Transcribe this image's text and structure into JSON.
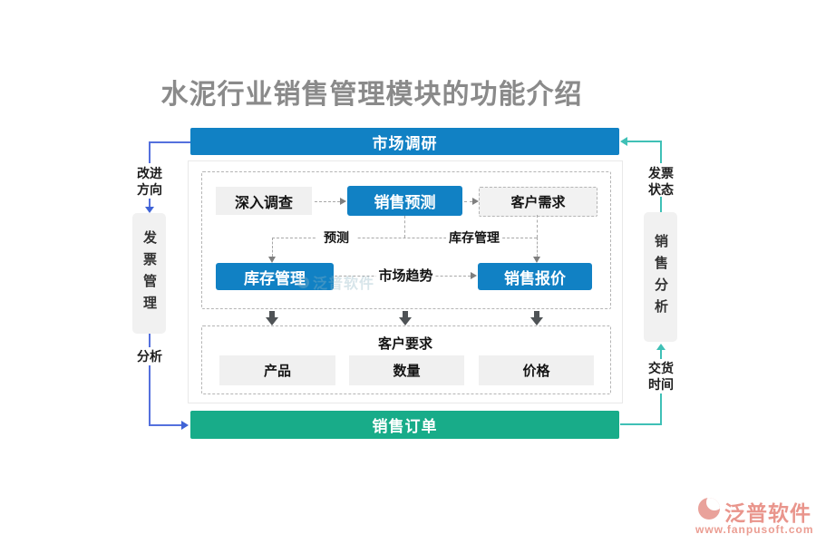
{
  "title": "水泥行业销售管理模块的功能介绍",
  "colors": {
    "primary_blue": "#1181c4",
    "green_bar": "#18ac89",
    "left_rail_blue": "#3f63d6",
    "right_rail_teal": "#3fc0b6",
    "light_box_bg": "#f0f0f0",
    "dashed_border": "#b5b5b5",
    "title_gray": "#8a8a8a",
    "logo_salmon": "#e9958c"
  },
  "diagram": {
    "top_bar": "市场调研",
    "bottom_bar": "销售订单",
    "row1": {
      "deep_survey": "深入调查",
      "sales_forecast": "销售预测",
      "customer_demand": "客户需求"
    },
    "row2": {
      "inventory_mgmt": "库存管理",
      "sales_quote": "销售报价"
    },
    "edge_labels": {
      "forecast": "预测",
      "inventory": "库存管理",
      "market_trend": "市场趋势"
    },
    "requirements": {
      "header": "客户要求",
      "items": [
        "产品",
        "数量",
        "价格"
      ]
    }
  },
  "left_rail": {
    "top_label": "改进方向",
    "box": "发票管理",
    "bottom_label": "分析"
  },
  "right_rail": {
    "top_label": "发票状态",
    "box": "销售分析",
    "bottom_label": "交货时间"
  },
  "watermark": {
    "text": "泛普软件"
  },
  "footer": {
    "brand": "泛普软件",
    "url": "www.fanpusoft.com"
  }
}
